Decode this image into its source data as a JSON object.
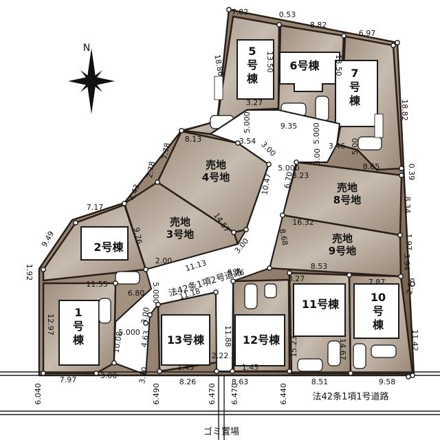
{
  "compass": {
    "north_label": "N"
  },
  "road_labels": {
    "road_2": "法42条1項2号道路",
    "road_1": "法42条1項1号道路",
    "garbage": "ゴミ置場"
  },
  "lots": {
    "b1": "1\n号\n棟",
    "b2": "2号棟",
    "b5": "5\n号\n棟",
    "b6": "6号棟",
    "b7": "7\n号\n棟",
    "b10": "10\n号\n棟",
    "b11": "11号棟",
    "b12": "12号棟",
    "b13": "13号棟",
    "s3": [
      "売地",
      "3号地"
    ],
    "s4": [
      "売地",
      "4号地"
    ],
    "s8": [
      "売地",
      "8号地"
    ],
    "s9": [
      "売地",
      "9号地"
    ]
  },
  "dims": [
    "7.82",
    "0.53",
    "8.82",
    "6.97",
    "18.86",
    "13.50",
    "13.50",
    "3.27",
    "5.000",
    "9.35",
    "5.000",
    "3.46",
    "5.00",
    "18.82",
    "8.13",
    "3.54",
    "3.00",
    "5.000",
    "3.00",
    "8.65",
    "7.78",
    "2.78",
    "4.43",
    "10.47",
    "6.70",
    "3.23",
    "0.39",
    "7.17",
    "9.76",
    "14.57",
    "16.32",
    "8.34",
    "9.49",
    "3.00",
    "8.68",
    "1.97",
    "2.00",
    "11.13",
    "8.53",
    "3.94",
    "1.92",
    "11.55",
    "5.76",
    "3.27",
    "7.87",
    "2.85",
    "6.80",
    "11.18",
    "5.000",
    "12.97",
    "3.00",
    "11.88",
    "5.000",
    "15.23",
    "14.67",
    "11.42",
    "10.08",
    "4.63",
    "2.22",
    "1.45",
    "1.45",
    "7.97",
    "3.00",
    "3.00",
    "8.26",
    "8.63",
    "8.51",
    "9.58",
    "6.040",
    "6.490",
    "6.470",
    "6.470",
    "6.440"
  ]
}
